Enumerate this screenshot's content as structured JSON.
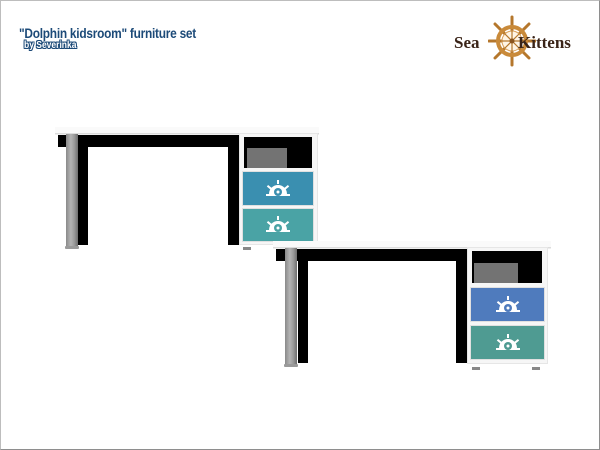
{
  "header": {
    "title": "\"Dolphin kidsroom\" furniture set",
    "byline": "by Severinka"
  },
  "logo": {
    "left_word": "Sea",
    "right_word": "Kittens",
    "icon": "ship-wheel-icon"
  },
  "colors": {
    "title": "#1c4a78",
    "desk_top": "#fafafa",
    "shadow": "#000000",
    "shelf_back": "#737373",
    "desk1_drawer_top": "#3a8fb0",
    "desk1_drawer_bottom": "#4aa3a5",
    "desk2_drawer_top": "#4f7bbd",
    "desk2_drawer_bottom": "#4f9b92",
    "wheel": "#ffffff",
    "logo_wheel": "#c98a3a",
    "logo_text": "#3a2418"
  },
  "desks": [
    {
      "name": "desk-teal",
      "drawers": [
        {
          "icon": "ship-wheel-icon"
        },
        {
          "icon": "ship-wheel-icon"
        }
      ]
    },
    {
      "name": "desk-blue",
      "drawers": [
        {
          "icon": "ship-wheel-icon"
        },
        {
          "icon": "ship-wheel-icon"
        }
      ]
    }
  ]
}
